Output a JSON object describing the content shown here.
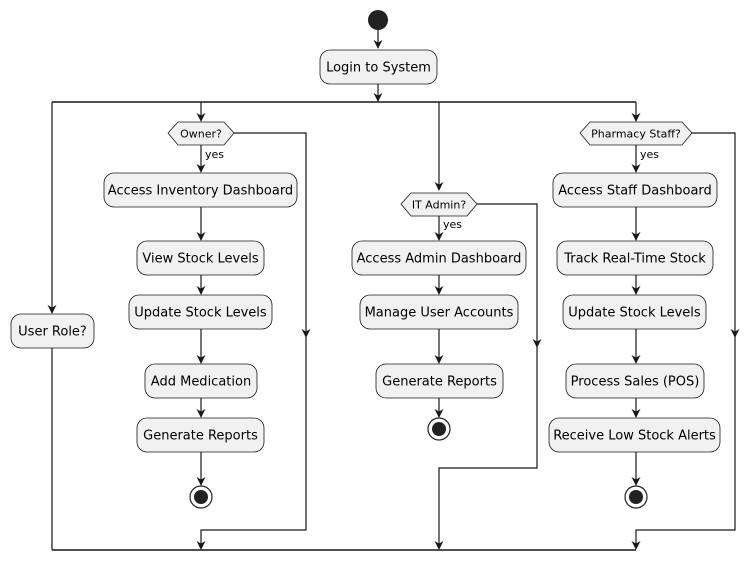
{
  "diagram": {
    "colors": {
      "node_fill": "#f1f1f1",
      "node_stroke": "#181818",
      "line": "#181818",
      "start_end": "#222222",
      "background": "#ffffff"
    },
    "login": "Login to System",
    "branch_user_role": {
      "activity": "User Role?"
    },
    "branch_owner": {
      "decision": "Owner?",
      "yes": "yes",
      "activities": [
        "Access Inventory Dashboard",
        "View Stock Levels",
        "Update Stock Levels",
        "Add Medication",
        "Generate Reports"
      ]
    },
    "branch_it_admin": {
      "decision": "IT Admin?",
      "yes": "yes",
      "activities": [
        "Access Admin Dashboard",
        "Manage User Accounts",
        "Generate Reports"
      ]
    },
    "branch_pharmacy_staff": {
      "decision": "Pharmacy Staff?",
      "yes": "yes",
      "activities": [
        "Access Staff Dashboard",
        "Track Real-Time Stock",
        "Update Stock Levels",
        "Process Sales (POS)",
        "Receive Low Stock Alerts"
      ]
    }
  }
}
